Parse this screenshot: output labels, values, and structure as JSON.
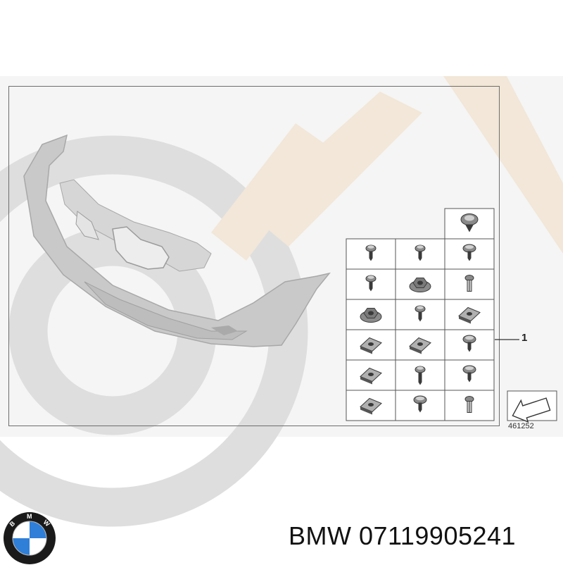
{
  "diagram": {
    "callout_number": "1",
    "reference_number": "461252",
    "hardware_grid": {
      "rows": [
        [
          "",
          "",
          "clip-nut"
        ],
        [
          "screw-small",
          "screw-tapered",
          "screw-flat"
        ],
        [
          "screw-washer",
          "hex-nut-flange",
          "expanding-rivet"
        ],
        [
          "flange-nut",
          "screw-pointed",
          "speed-nut-square"
        ],
        [
          "u-nut",
          "u-nut-angled",
          "screw-round"
        ],
        [
          "u-nut-tall",
          "screw-long",
          "screw-pan"
        ],
        [
          "spring-nut",
          "screw-collar",
          "push-rivet"
        ]
      ]
    },
    "colors": {
      "watermark_grey": "#d9d9d9",
      "watermark_beige": "#f1e6d6",
      "frame": "#6d6d6d",
      "bumper": "#c8c8c8"
    }
  },
  "brand": {
    "caption": "BMW 07119905241",
    "logo_letters": "BMW",
    "logo_colors": {
      "ring": "#1a1a1a",
      "blue": "#2f7fd8",
      "white": "#ffffff"
    }
  }
}
